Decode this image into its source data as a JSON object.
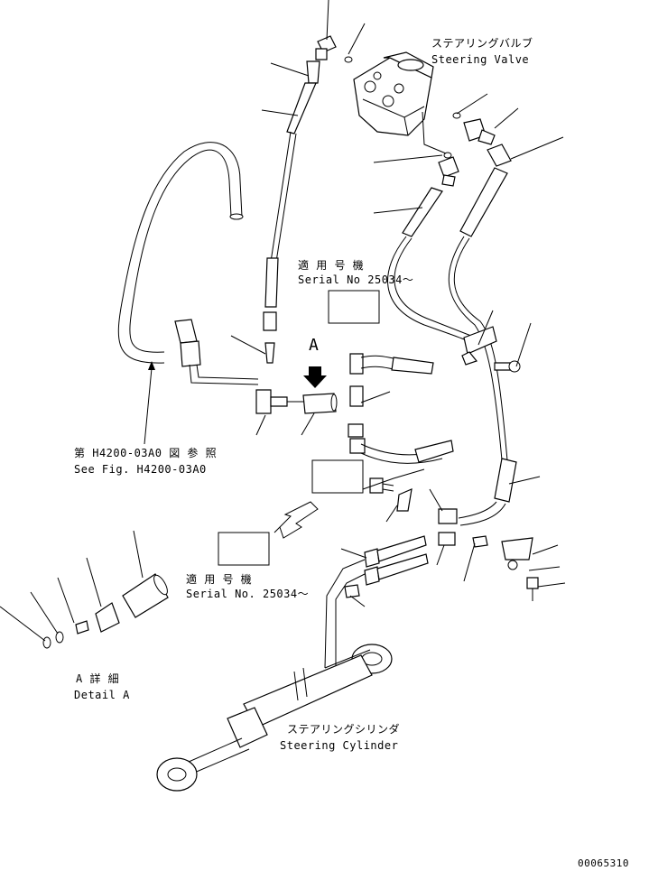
{
  "labels": {
    "steering_valve_ja": "ステアリングバルブ",
    "steering_valve_en": "Steering Valve",
    "serial1_ja": "適 用 号 機",
    "serial1_en": "Serial No 25034～",
    "view_arrow_letter": "A",
    "see_fig_ja": "第 H4200-03A0 図 参 照",
    "see_fig_en": "See Fig. H4200-03A0",
    "serial2_ja": "適 用 号 機",
    "serial2_en": "Serial No. 25034～",
    "detail_ja": "A 詳 細",
    "detail_en": "Detail A",
    "steering_cylinder_ja": "ステアリングシリンダ",
    "steering_cylinder_en": "Steering Cylinder",
    "drawing_number": "00065310"
  }
}
